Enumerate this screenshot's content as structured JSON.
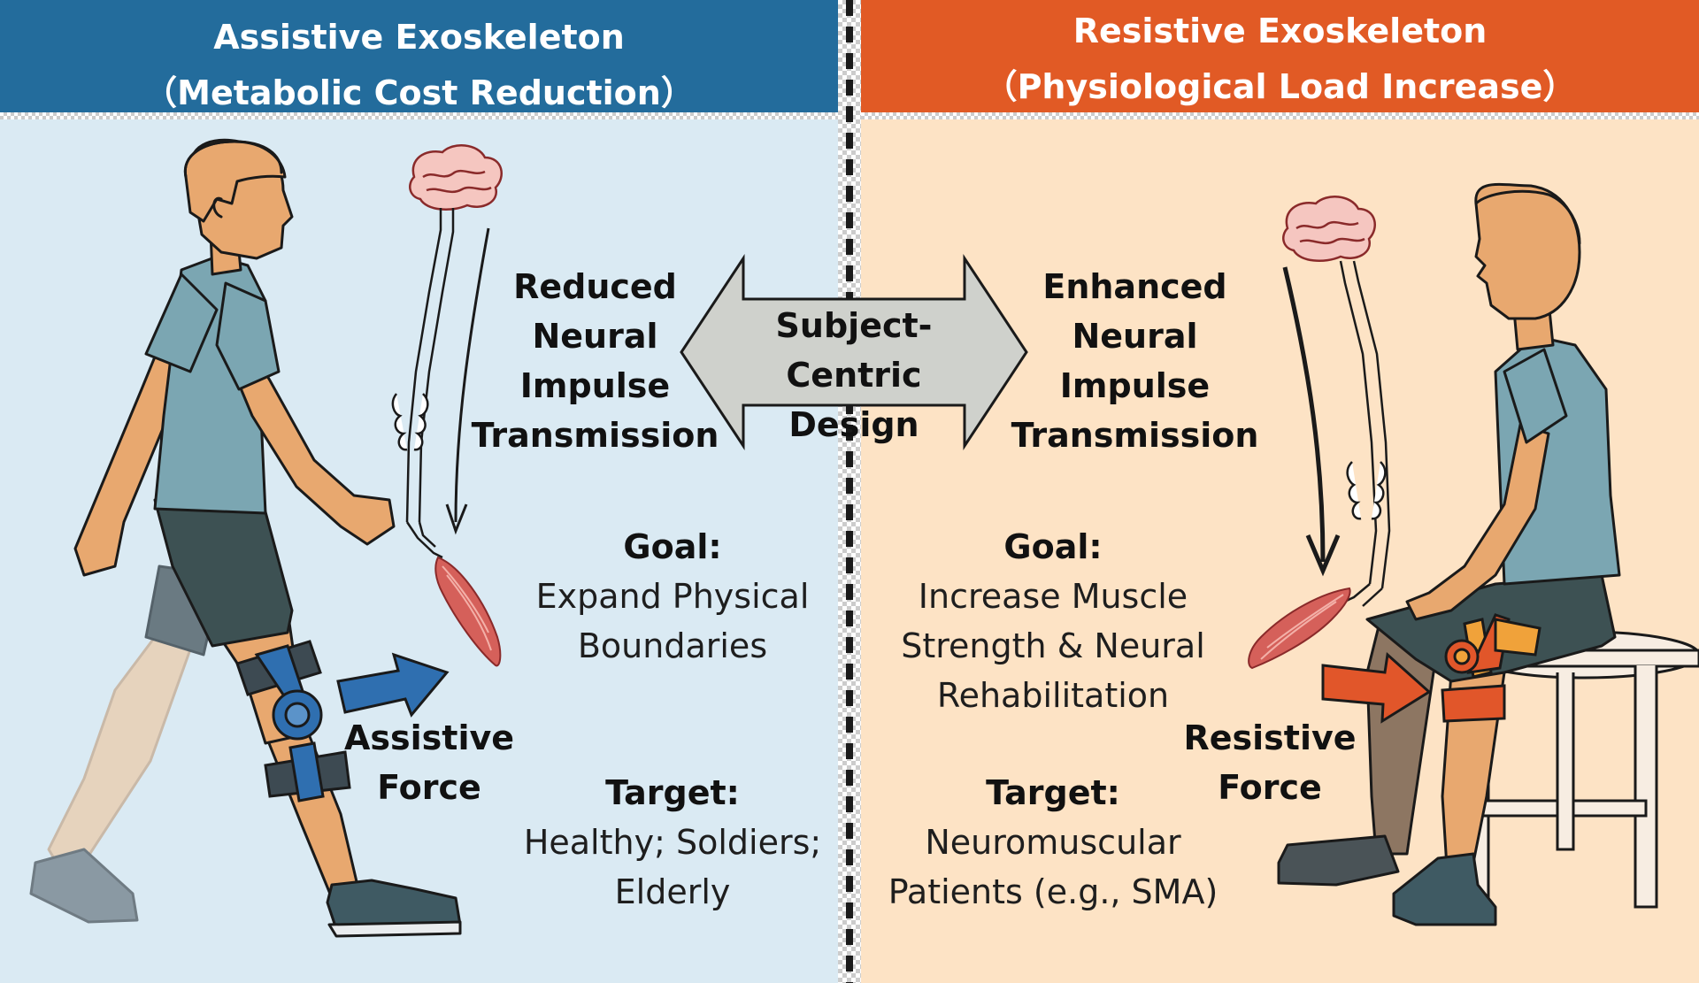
{
  "left": {
    "title_line1": "Assistive Exoskeleton",
    "title_line2": "（Metabolic Cost Reduction）",
    "neural_lines": [
      "Reduced",
      "Neural",
      "Impulse",
      "Transmission"
    ],
    "force_lines": [
      "Assistive",
      "Force"
    ],
    "goal_heading": "Goal:",
    "goal_lines": [
      "Expand Physical",
      "Boundaries"
    ],
    "target_heading": "Target:",
    "target_lines": [
      "Healthy; Soldiers;",
      "Elderly"
    ]
  },
  "right": {
    "title_line1": "Resistive Exoskeleton",
    "title_line2": "（Physiological Load Increase）",
    "neural_lines": [
      "Enhanced",
      "Neural",
      "Impulse",
      "Transmission"
    ],
    "force_lines": [
      "Resistive",
      "Force"
    ],
    "goal_heading": "Goal:",
    "goal_lines": [
      "Increase Muscle",
      "Strength & Neural",
      "Rehabilitation"
    ],
    "target_heading": "Target:",
    "target_lines": [
      "Neuromuscular",
      "Patients (e.g., SMA)"
    ]
  },
  "center": {
    "label_lines": [
      "Subject-Centric",
      "Design"
    ]
  },
  "colors": {
    "left_header": "#236c9c",
    "right_header": "#e15a25",
    "left_bg": "#daeaf3",
    "right_bg": "#fde3c5",
    "assistive_arrow": "#2f6fb0",
    "resistive_arrow": "#e1562a",
    "center_arrow": "#cfd1cc"
  },
  "icons": [
    "brain-icon",
    "spinal-cord-icon",
    "muscle-icon",
    "knee-exoskeleton-icon",
    "walking-person-icon",
    "sitting-person-icon",
    "stool-icon"
  ]
}
